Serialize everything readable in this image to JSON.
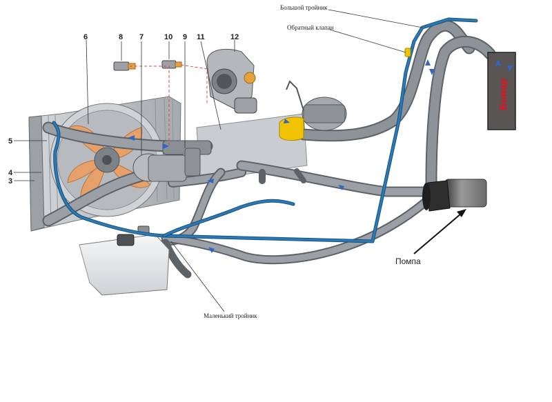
{
  "callout_numbers": [
    "3",
    "4",
    "5",
    "6",
    "7",
    "8",
    "9",
    "10",
    "11",
    "12"
  ],
  "captions": {
    "big_tee": "Большой тройник",
    "check_valve": "Обратный клапан",
    "small_tee": "Маленький тройник",
    "pump": "Помпа"
  },
  "heater_label": "Бинар",
  "colors": {
    "hose": "#8d9399",
    "hose_dark": "#5d6268",
    "blue_line": "#2a7ab8",
    "heater_body": "#5a5555",
    "heater_text": "#e8101a",
    "radiator": "#b9bec3",
    "fan": "#e6a06a",
    "tank": "#e9eaec",
    "yellow": "#f2c300",
    "flow_arrow": "#2f66c8"
  },
  "icons": [
    "radiator-icon",
    "fan-icon",
    "thermostat-icon",
    "throttle-body-icon",
    "pump-icon",
    "expansion-tank-icon",
    "heater-icon",
    "sensor-icon"
  ]
}
